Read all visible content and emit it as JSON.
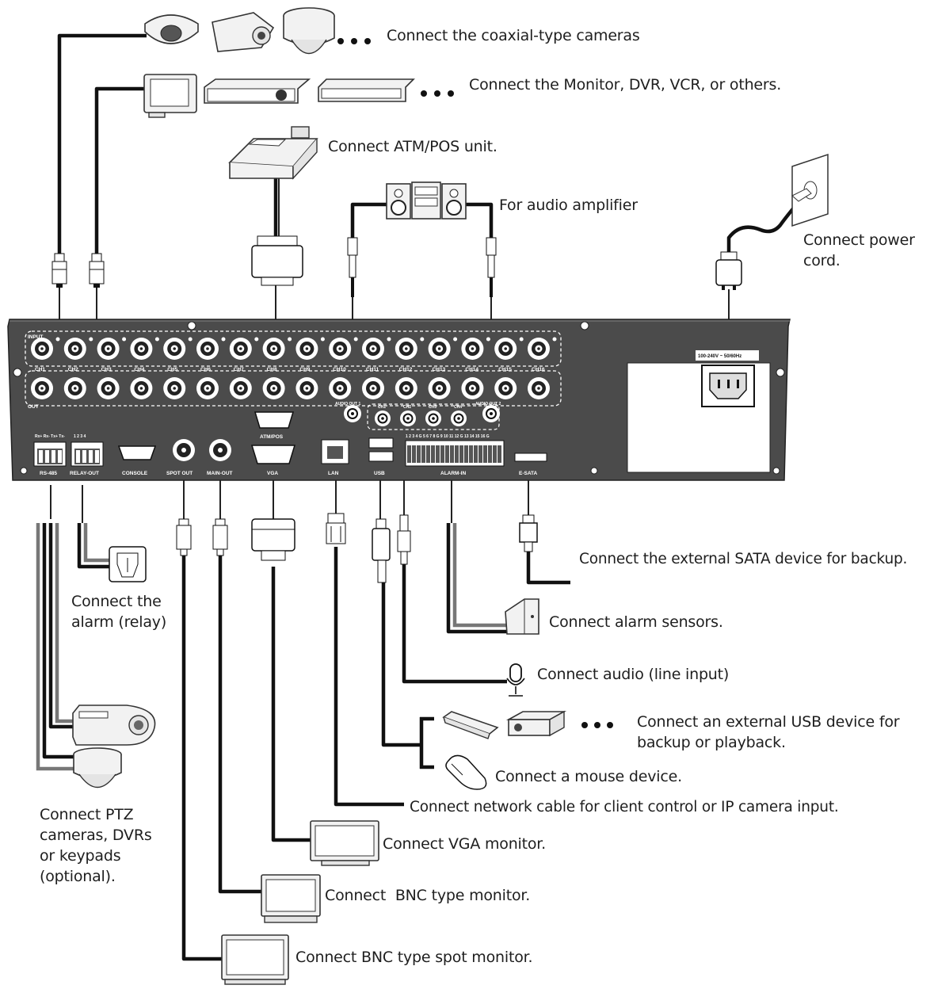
{
  "callouts": {
    "coaxial": "Connect the coaxial-type cameras",
    "monitor_dvr": "Connect the Monitor, DVR, VCR, or others.",
    "atm_pos": "Connect ATM/POS unit.",
    "audio_amp": "For audio amplifier",
    "power": "Connect power cord.",
    "alarm_relay": "Connect the alarm (relay)",
    "sata": "Connect the external SATA device for backup.",
    "alarm_sensors": "Connect alarm sensors.",
    "audio_line": "Connect audio (line input)",
    "usb_device": "Connect an external USB device for backup or playback.",
    "mouse": "Connect a mouse device.",
    "network": "Connect network cable for client control or IP camera input.",
    "vga_monitor": "Connect VGA monitor.",
    "bnc_monitor": "Connect  BNC type monitor.",
    "spot_monitor": "Connect BNC type spot monitor.",
    "ptz": "Connect PTZ cameras, DVRs or keypads (optional)."
  },
  "panel": {
    "input_label": "INPUT",
    "out_label": "OUT",
    "channels": [
      "CH1",
      "CH2",
      "CH3",
      "CH4",
      "CH5",
      "CH6",
      "CH7",
      "CH8",
      "CH9",
      "CH10",
      "CH11",
      "CH12",
      "CH13",
      "CH14",
      "CH15",
      "CH16"
    ],
    "power_rating": "100-240V ~ 50/60Hz",
    "rs485": "RS-485",
    "relay_out": "RELAY-OUT",
    "console": "CONSOLE",
    "spot_out": "SPOT OUT",
    "main_out": "MAIN-OUT",
    "atm_pos": "ATM/POS",
    "vga": "VGA",
    "lan": "LAN",
    "usb": "USB",
    "alarm_in": "ALARM-IN",
    "esata": "E-SATA",
    "audio_out_1": "AUDIO OUT 1",
    "audio_out_2": "AUDIO OUT 2",
    "audio_in_channels": [
      "CH1",
      "CH2",
      "CH3",
      "CH4"
    ],
    "alarm_numbers": "1 2 3 4 G 5 6 7 8 G 9 10 11 12 G 13 14 15 16 G",
    "relay_numbers": "1 2 3 4",
    "rs485_pins": "Rx+ Rx- Tx+ Tx-"
  },
  "colors": {
    "panel": "#4b4b4b",
    "cable": "#111111",
    "device_fill": "#f2f2f2"
  }
}
